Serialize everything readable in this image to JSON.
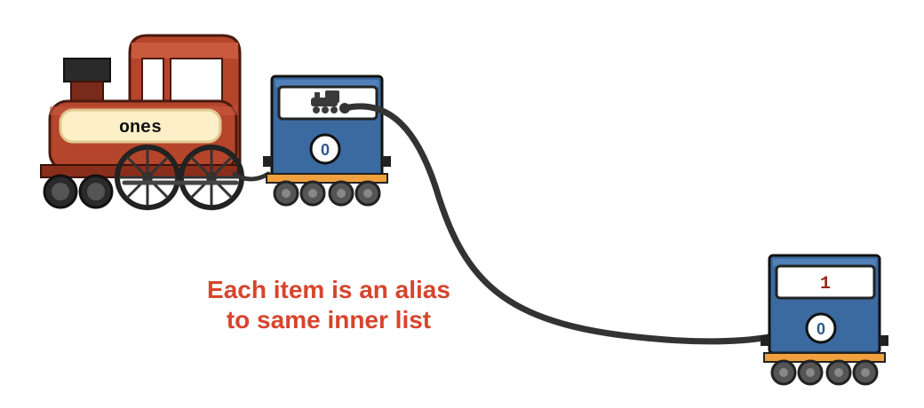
{
  "locomotive": {
    "name_label": "ones",
    "icon": "train-locomotive"
  },
  "outer_car": {
    "icon": "locomotive-glyph",
    "index_label": "0"
  },
  "inner_car": {
    "value": "1",
    "index_label": "0"
  },
  "annotation": {
    "line1": "Each item is an alias",
    "line2": "to same inner list"
  },
  "colors": {
    "locomotive_red": "#b5452b",
    "car_blue": "#3a6aa0",
    "car_trim_orange": "#f0a03c",
    "annotation_red": "#d6452c",
    "value_red": "#a0281e",
    "index_blue": "#2a5a8c"
  }
}
